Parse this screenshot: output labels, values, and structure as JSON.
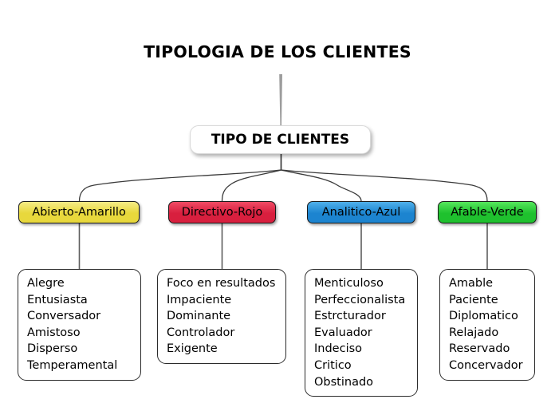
{
  "diagram": {
    "title": "TIPOLOGIA DE LOS CLIENTES",
    "root": {
      "label": "TIPO DE CLIENTES",
      "fill": "#ffffff",
      "text_color": "#000000"
    },
    "branches": [
      {
        "label": "Abierto-Amarillo",
        "fill": "#e8d83c",
        "fill_light": "#f5ec86",
        "border": "#1a1a1a",
        "items": [
          "Alegre",
          "Entusiasta",
          "Conversador",
          "Amistoso",
          "Disperso",
          "Temperamental"
        ]
      },
      {
        "label": "Directivo-Rojo",
        "fill": "#d81f3e",
        "fill_light": "#f04a64",
        "border": "#1a1a1a",
        "items": [
          "Foco en resultados",
          "Impaciente",
          "Dominante",
          "Controlador",
          "Exigente"
        ]
      },
      {
        "label": "Analitico-Azul",
        "fill": "#1c84d0",
        "fill_light": "#4fb0ea",
        "border": "#1a1a1a",
        "items": [
          "Menticuloso",
          "Perfeccionalista",
          "Estrcturador",
          "Evaluador",
          "Indeciso",
          "Critico",
          "Obstinado"
        ]
      },
      {
        "label": "Afable-Verde",
        "fill": "#1fc12e",
        "fill_light": "#55e65c",
        "border": "#1a1a1a",
        "items": [
          "Amable",
          "Paciente",
          "Diplomatico",
          "Relajado",
          "Reservado",
          "Concervador"
        ]
      }
    ],
    "connector_color": "#3a3a3a",
    "stem_color": "#9d9d9d"
  }
}
